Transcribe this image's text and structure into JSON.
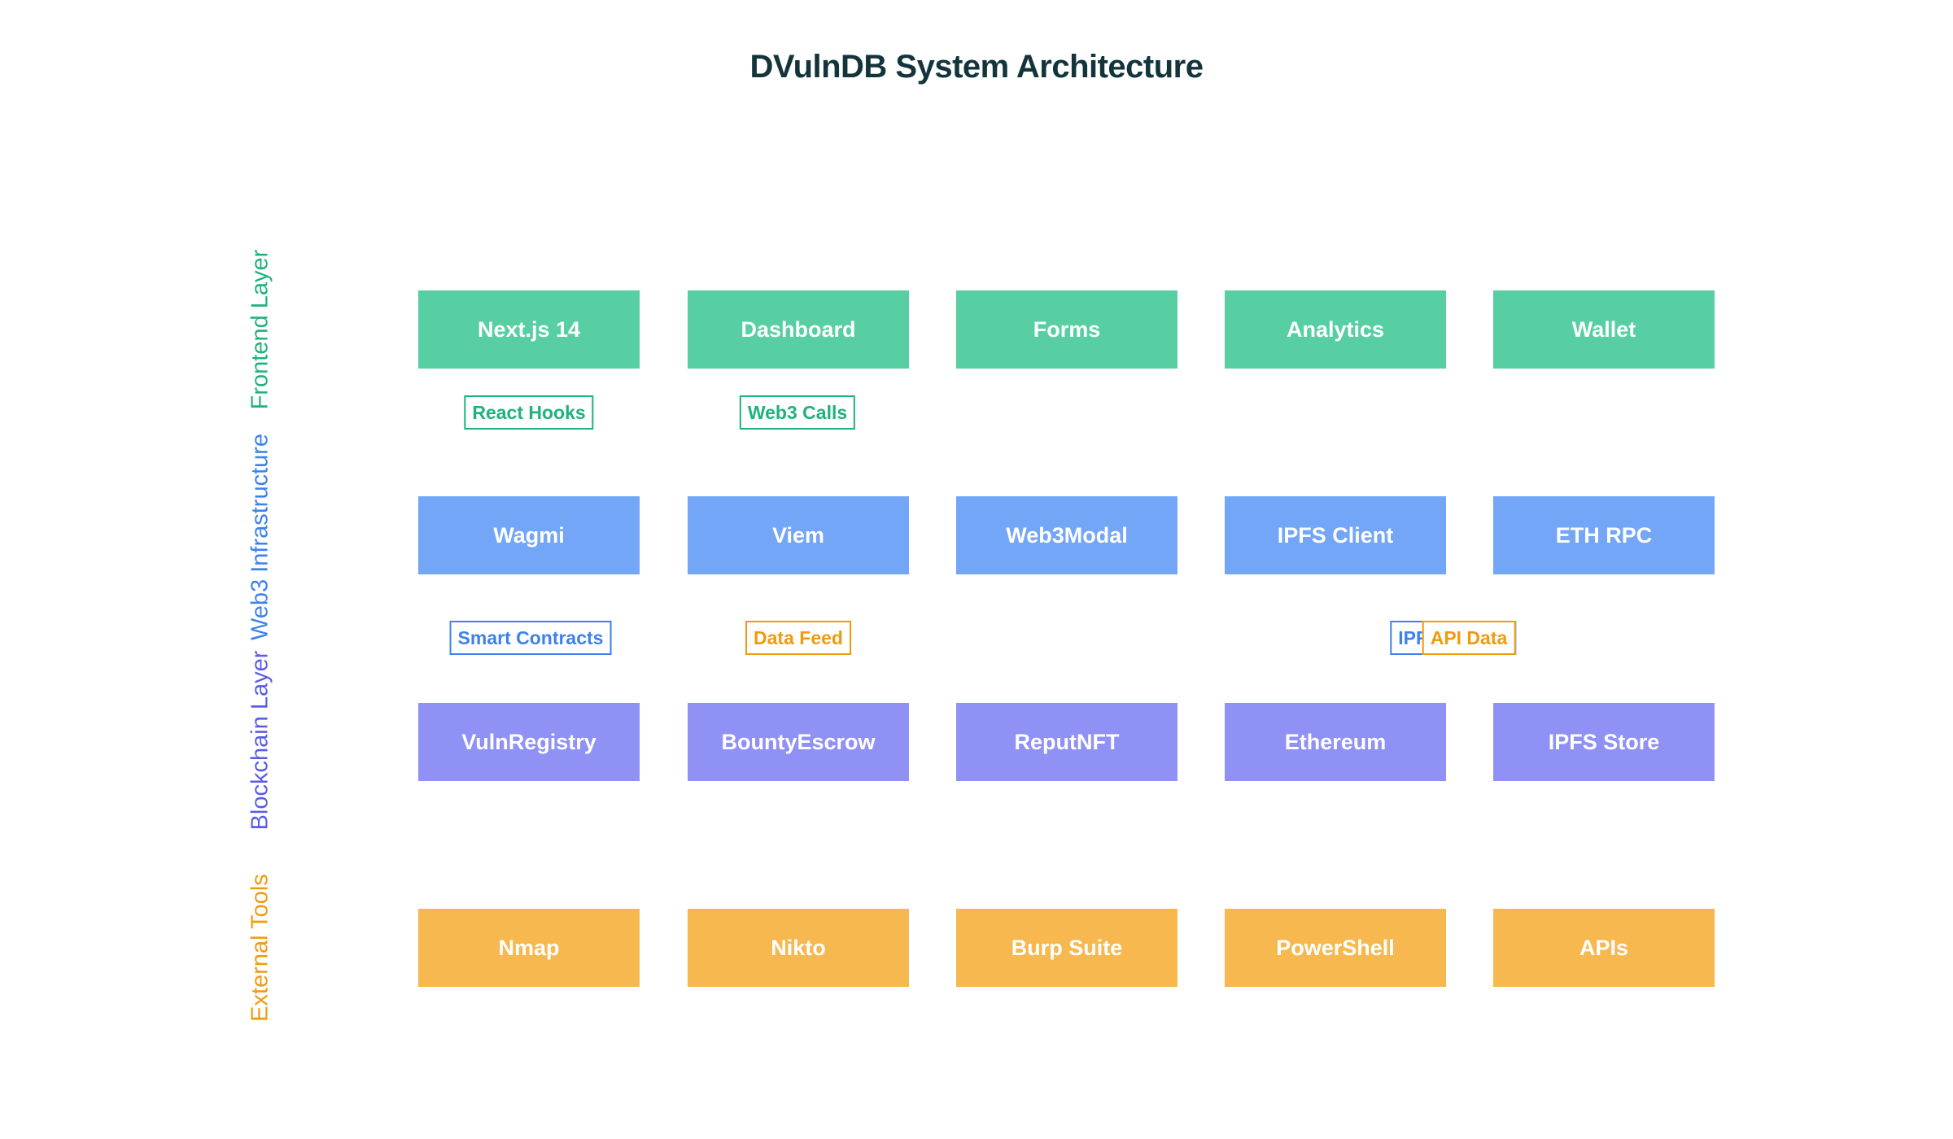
{
  "title": "DVulnDB System Architecture",
  "colors": {
    "frontend": "#57cfa3",
    "web3": "#73a6f7",
    "blockchain": "#9091f5",
    "tools": "#f6b84f",
    "frontend_text": "#1db37a",
    "web3_text": "#3c82ec",
    "blockchain_text": "#5a5ce8",
    "tools_text": "#f09a0d"
  },
  "layers": [
    {
      "key": "frontend",
      "label": "Frontend Layer",
      "nodes": [
        "Next.js 14",
        "Dashboard",
        "Forms",
        "Analytics",
        "Wallet"
      ]
    },
    {
      "key": "web3",
      "label": "Web3 Infrastructure",
      "nodes": [
        "Wagmi",
        "Viem",
        "Web3Modal",
        "IPFS Client",
        "ETH RPC"
      ]
    },
    {
      "key": "blockchain",
      "label": "Blockchain Layer",
      "nodes": [
        "VulnRegistry",
        "BountyEscrow",
        "ReputNFT",
        "Ethereum",
        "IPFS Store"
      ]
    },
    {
      "key": "tools",
      "label": "External Tools",
      "nodes": [
        "Nmap",
        "Nikto",
        "Burp Suite",
        "PowerShell",
        "APIs"
      ]
    }
  ],
  "edge_labels": [
    {
      "text": "React Hooks",
      "color": "frontend"
    },
    {
      "text": "Web3 Calls",
      "color": "frontend"
    },
    {
      "text": "Smart Contracts",
      "color": "web3"
    },
    {
      "text": "Data Feed",
      "color": "tools"
    },
    {
      "text": "IPFS Upload",
      "color": "web3"
    },
    {
      "text": "API Data",
      "color": "tools"
    }
  ]
}
